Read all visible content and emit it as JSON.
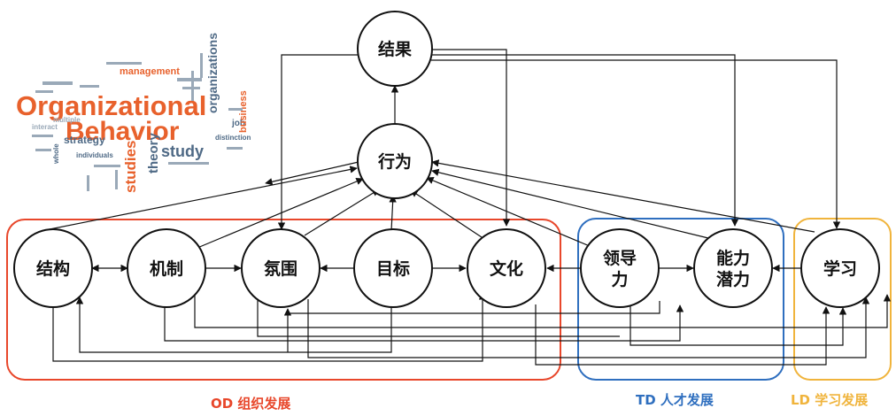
{
  "nodes": {
    "result": "结果",
    "behavior": "行为",
    "structure": "结构",
    "mechanism": "机制",
    "atmosphere": "氛围",
    "goal": "目标",
    "culture": "文化",
    "leadership_l1": "领导",
    "leadership_l2": "力",
    "capability_l1": "能力",
    "capability_l2": "潜力",
    "learning": "学习"
  },
  "groups": {
    "od": {
      "label": "OD 组织发展",
      "color": "#e8472b"
    },
    "td": {
      "label": "TD 人才发展",
      "color": "#2f6fbf"
    },
    "ld": {
      "label": "LD 学习发展",
      "color": "#f0b43c"
    }
  },
  "word_cloud": {
    "title_line1": "Organizational",
    "title_line2": "Behavior",
    "words": [
      "management",
      "organizations",
      "study",
      "theory",
      "studies",
      "strategy",
      "individuals",
      "business",
      "interact",
      "distinction",
      "multiple",
      "whole",
      "job"
    ],
    "colors": {
      "orange": "#e8612c",
      "slate": "#4f6a86",
      "light": "#9aa9b8"
    }
  }
}
